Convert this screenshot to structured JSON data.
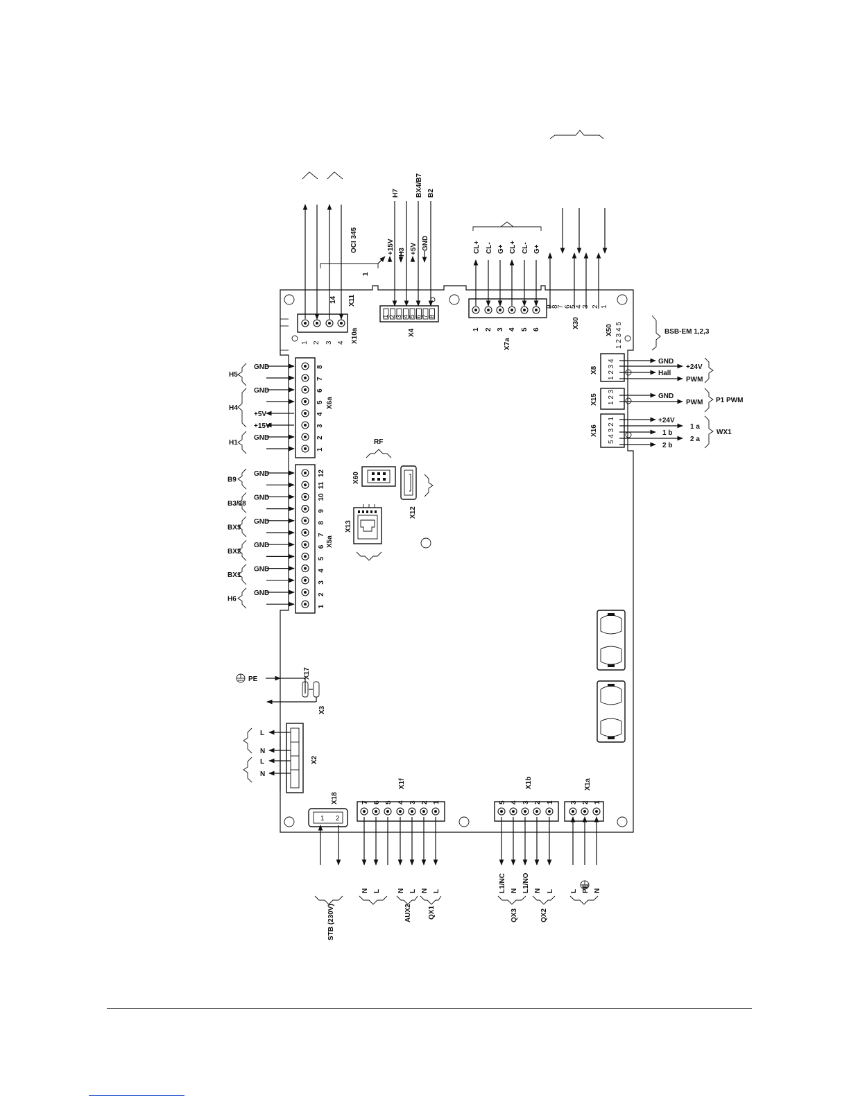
{
  "diagram": {
    "connectors": {
      "X10a": "X10a",
      "X11": "X11",
      "X4": "X4",
      "X7a": "X7a",
      "X30": "X30",
      "X50": "X50",
      "X8": "X8",
      "X15": "X15",
      "X16": "X16",
      "X6a": "X6a",
      "X5a": "X5a",
      "X60": "X60",
      "X12": "X12",
      "X13": "X13",
      "X17": "X17",
      "X3": "X3",
      "X2": "X2",
      "X18": "X18",
      "X1f": "X1f",
      "X1b": "X1b",
      "X1a": "X1a"
    },
    "top": {
      "oci": "OCI 345",
      "x11_pin1": "1",
      "x10a_pins": [
        "1",
        "2",
        "3",
        "4"
      ],
      "x4_signals": [
        "H7",
        "BX4/B7",
        "B2"
      ],
      "x4_rails": [
        "+15V",
        "H3",
        "+5V",
        "GND"
      ],
      "x4_pins": [
        "1",
        "2",
        "3",
        "4",
        "5",
        "6",
        "7",
        "8"
      ],
      "x7a_signals": [
        "CL+",
        "CL-",
        "G+",
        "CL+",
        "CL-",
        "G+"
      ],
      "x7a_pins": [
        "1",
        "2",
        "3",
        "4",
        "5",
        "6"
      ],
      "x30_pins": [
        "9",
        "8",
        "7",
        "6",
        "5",
        "4",
        "3",
        "2",
        "1"
      ],
      "x50_pins": "1 2  3 4 5"
    },
    "right": {
      "bsb": "BSB-EM 1,2,3",
      "x8_labels": [
        "GND",
        "+24V",
        "Hall",
        "PWM"
      ],
      "x15_labels": [
        "GND",
        "PWM"
      ],
      "p1pwm": "P1 PWM",
      "x16_labels": [
        "+24V",
        "1 a",
        "1 b",
        "2 a",
        "2 b"
      ],
      "wx1": "WX1",
      "x8_pins": "1 2 3 4",
      "x15_pins": "1 2 3",
      "x16_pins": "5 4 3 2 1"
    },
    "left": {
      "x6a_groups": [
        "H5",
        "H4",
        "H1"
      ],
      "x6a_labels": [
        "GND",
        "GND",
        "+5V",
        "+15V",
        "GND"
      ],
      "x6a_pins": [
        "8",
        "7",
        "6",
        "5",
        "4",
        "3",
        "2",
        "1"
      ],
      "x5a_groups": [
        "B9",
        "B3/38",
        "BX3",
        "BX2",
        "BX1",
        "H6"
      ],
      "x5a_labels": [
        "GND",
        "GND",
        "GND",
        "GND",
        "GND",
        "GND"
      ],
      "x5a_pins": [
        "12",
        "11",
        "10",
        "9",
        "8",
        "7",
        "6",
        "5",
        "4",
        "3",
        "2",
        "1"
      ],
      "pe": "PE",
      "x2_labels": [
        "L",
        "N",
        "L",
        "N"
      ]
    },
    "center": {
      "rf": "RF"
    },
    "bottom": {
      "x18_pins": [
        "1",
        "2"
      ],
      "x1f_pins": [
        "7",
        "6",
        "5",
        "4",
        "3",
        "2",
        "1"
      ],
      "x1b_pins": [
        "5",
        "4",
        "3",
        "2",
        "1"
      ],
      "x1a_pins": [
        "3",
        "2",
        "1"
      ],
      "x1f_signals": [
        "N",
        "L",
        "N",
        "L",
        "N",
        "L"
      ],
      "x1b_signals": [
        "L1/NC",
        "N",
        "L1/NO",
        "N",
        "L"
      ],
      "x1a_signals": [
        "L",
        "PE",
        "N"
      ],
      "groups": [
        "STB (230V)",
        "AUX2",
        "QX1",
        "QX3",
        "QX2"
      ]
    }
  }
}
